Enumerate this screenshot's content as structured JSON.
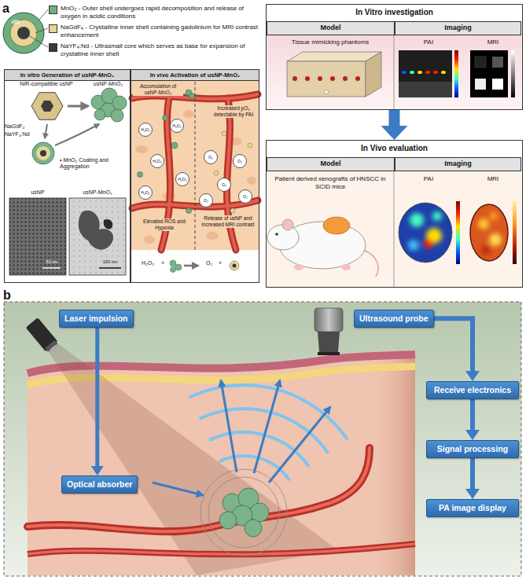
{
  "diagram": {
    "nodes": [
      {
        "text": [
          "In vitro Generation of usNP-MnO₂"
        ]
      },
      {
        "text": [
          "In vivo Activation of usNP-MnO₂"
        ]
      },
      {
        "text": [
          "In Vitro investigation"
        ]
      },
      {
        "text": [
          "Model"
        ],
        "in": 2
      },
      {
        "text": [
          "Imaging"
        ],
        "in": 2
      },
      {
        "text": [
          "In Vivo evaluation"
        ]
      },
      {
        "text": [
          "Model"
        ],
        "in": 5
      },
      {
        "text": [
          "Imaging"
        ],
        "in": 5
      },
      {
        "text": [
          "Laser impulsion"
        ]
      },
      {
        "text": [
          "Ultrasound probe"
        ]
      },
      {
        "text": [
          "Receive electronics"
        ]
      },
      {
        "text": [
          "Signal processing"
        ]
      },
      {
        "text": [
          "PA image display"
        ]
      },
      {
        "text": [
          "Optical absorber"
        ]
      }
    ],
    "edges": [
      {
        "from": 2,
        "to": 5,
        "arrow": "to"
      },
      {
        "from": 8,
        "to": 13,
        "arrow": "to"
      },
      {
        "from": 9,
        "to": 10,
        "arrow": "to"
      },
      {
        "from": 10,
        "to": 11,
        "arrow": "to"
      },
      {
        "from": 11,
        "to": 12,
        "arrow": "to"
      }
    ],
    "labels": [
      "a",
      "NIR-compatible usNP",
      "usNP-MnO₂",
      "NaGdF₄",
      "NaYF₄:Nd",
      "• MnO₂ Coating and Aggregation",
      "usNP",
      "usNP-MnO₂",
      "50 nm",
      "100 nm",
      "Accumulation of usNP-MnO₂",
      "Increased pO₂ detectable by PAI",
      "H₂O₂",
      "H₂O₂",
      "H₂O₂",
      "H₂O₂",
      "H₂O₂",
      "O₂",
      "O₂",
      "O₂",
      "O₂",
      "O₂",
      "Elevated ROS and Hypoxia",
      "Release of usNP and increased MRI contrast",
      "H₂O₂",
      "+",
      "O₂",
      "+",
      "Tissue mimicking phantoms",
      "PAI",
      "MRI",
      "Patient derived xenografts of HNSCC in SCID mice",
      "PAI",
      "MRI",
      "b"
    ],
    "legend": [
      {
        "text": "MnO₂ - Outer shell undergoes rapid decomposition and release of oxygen in acidic conditions",
        "color": "#6fae7e"
      },
      {
        "text": "NaGdF₄ - Crystalline inner shell containing gadolinium for MRI contrast enhancement",
        "color": "#e6d49a"
      },
      {
        "text": "NaYF₄:Nd - Ultrasmall core which serves as base for expansion of crystalline inner shell",
        "color": "#3a3a3a"
      }
    ]
  }
}
